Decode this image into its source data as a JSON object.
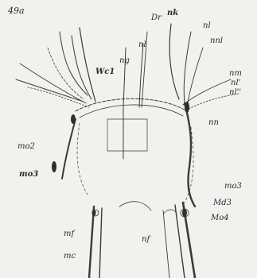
{
  "figure": {
    "number": "49a",
    "labels": {
      "dr": "Dr",
      "nk": "nk",
      "nl": "nl",
      "nnl": "nnl",
      "ng": "ng",
      "wc1": "Wc1",
      "nm": "nm",
      "nl_prime": "nl'",
      "nl_dprime": "nl''",
      "nn": "nn",
      "mo2_left": "mo2",
      "mo3_left": "mo3",
      "mo3_right": "mo3",
      "md3": "Md3",
      "mo4": "Mo4",
      "mf_left": "mf",
      "nf": "nf",
      "mc": "mc"
    },
    "colors": {
      "background": "#f1f1ef",
      "ink": "#2a2a28",
      "muscle": "#3a3a38"
    }
  }
}
